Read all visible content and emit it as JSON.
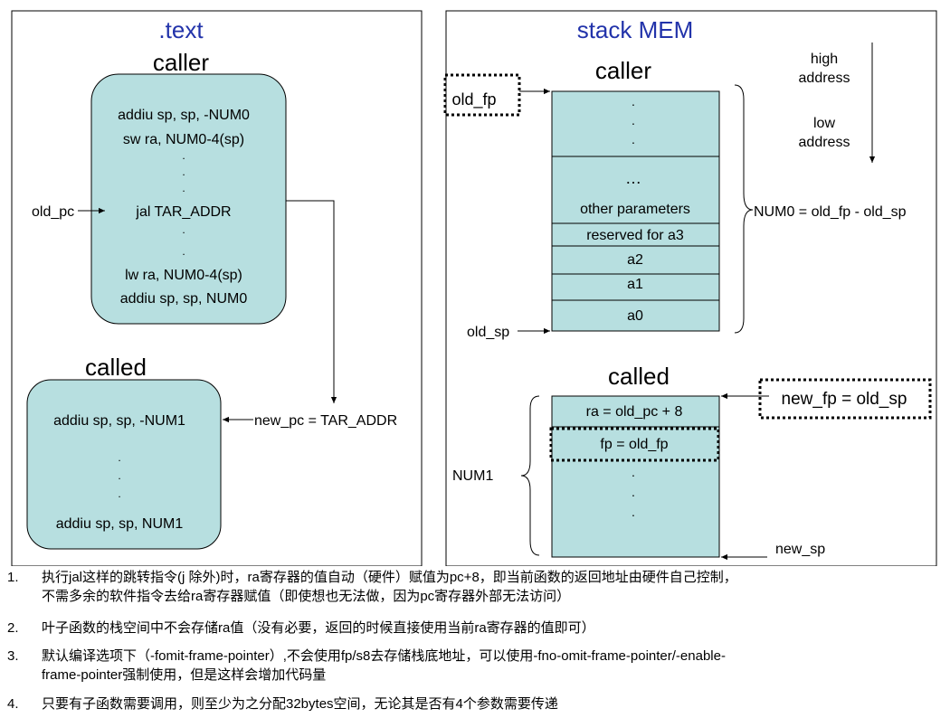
{
  "text_panel": {
    "title": ".text",
    "caller": {
      "title": "caller",
      "lines": [
        "addiu sp, sp, -NUM0",
        "sw ra, NUM0-4(sp)",
        "jal TAR_ADDR",
        "lw ra, NUM0-4(sp)",
        "addiu sp, sp, NUM0"
      ],
      "dot": "."
    },
    "called": {
      "title": "called",
      "lines": [
        "addiu sp, sp, -NUM1",
        "addiu sp, sp, NUM1"
      ],
      "dot": "."
    },
    "old_pc": "old_pc",
    "new_pc": "new_pc = TAR_ADDR"
  },
  "stack_panel": {
    "title": "stack MEM",
    "caller_title": "caller",
    "called_title": "called",
    "direction": {
      "high": "high\naddress",
      "low": "low\naddress"
    },
    "old_fp": "old_fp",
    "old_sp": "old_sp",
    "caller_cells": {
      "dots": ".",
      "ellipsis": "…",
      "other": "other parameters",
      "reserved": "reserved for a3",
      "a2": "a2",
      "a1": "a1",
      "a0": "a0"
    },
    "num0": "NUM0 = old_fp - old_sp",
    "called_cells": {
      "ra": "ra = old_pc + 8",
      "fp": "fp = old_fp",
      "dots": "."
    },
    "new_fp": "new_fp = old_sp",
    "num1": "NUM1",
    "new_sp": "new_sp"
  },
  "notes": [
    {
      "num": "1.",
      "text": "执行jal这样的跳转指令(j 除外)时，ra寄存器的值自动（硬件）赋值为pc+8，即当前函数的返回地址由硬件自己控制，\n不需多余的软件指令去给ra寄存器赋值（即使想也无法做，因为pc寄存器外部无法访问）"
    },
    {
      "num": "2.",
      "text": "叶子函数的栈空间中不会存储ra值（没有必要，返回的时候直接使用当前ra寄存器的值即可）"
    },
    {
      "num": "3.",
      "text": "默认编译选项下（-fomit-frame-pointer）,不会使用fp/s8去存储栈底地址，可以使用-fno-omit-frame-pointer/-enable-\nframe-pointer强制使用，但是这样会增加代码量"
    },
    {
      "num": "4.",
      "text": "只要有子函数需要调用，则至少为之分配32bytes空间，无论其是否有4个参数需要传递"
    }
  ],
  "colors": {
    "fill": "#b7dfe0",
    "title_blue": "#2233aa"
  }
}
